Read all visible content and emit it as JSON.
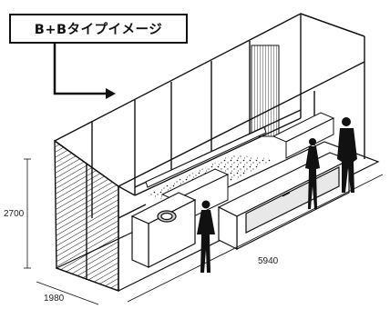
{
  "title": "B+Bタイプイメージ",
  "dimensions": {
    "height": "2700",
    "depth": "1980",
    "length": "5940"
  },
  "colors": {
    "line": "#111111",
    "background": "#ffffff"
  }
}
